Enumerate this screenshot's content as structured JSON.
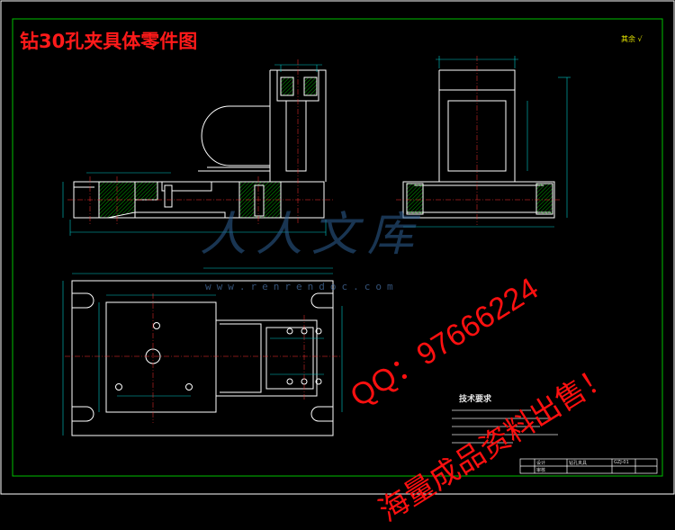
{
  "title": "钻30孔夹具体零件图",
  "roughness_note": "其余 √",
  "watermark_brand": "人人文库",
  "watermark_url": "www.renrendoc.com",
  "overlay_qq": "QQ：97666224",
  "overlay_sales": "海量成品资料出售！",
  "tech_title": "技术要求",
  "title_block": {
    "name": "钻孔夹具",
    "code": "GZJ-01",
    "drawn": "设计",
    "check": "审核"
  },
  "colors": {
    "background": "#000000",
    "border": "#ffffff",
    "outline": "#ffffff",
    "hatch": "#00d000",
    "centerline": "#ff3030",
    "dimension": "#00c8c8",
    "title_red": "#ff1a1a",
    "annotation": "#e8e800"
  }
}
